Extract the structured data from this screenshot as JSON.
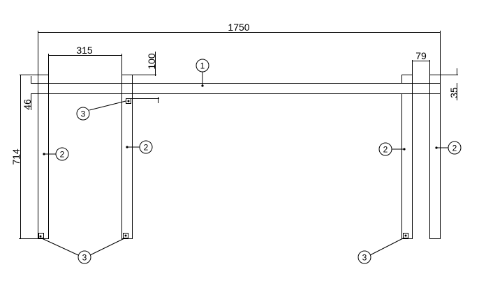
{
  "drawing": {
    "type": "technical-frame-elevation",
    "colors": {
      "line": "#000000",
      "background": "#ffffff"
    }
  },
  "dimensions": {
    "overall_width": "1750",
    "leg_gap_left": "315",
    "upper_height": "100",
    "leg_width_right": "79",
    "beam_height": "35",
    "offset_left": "46",
    "leg_height": "714"
  },
  "balloons": {
    "b1": "1",
    "b2a": "2",
    "b2b": "2",
    "b2c": "2",
    "b2d": "2",
    "b3a": "3",
    "b3b": "3",
    "b3c": "3"
  }
}
